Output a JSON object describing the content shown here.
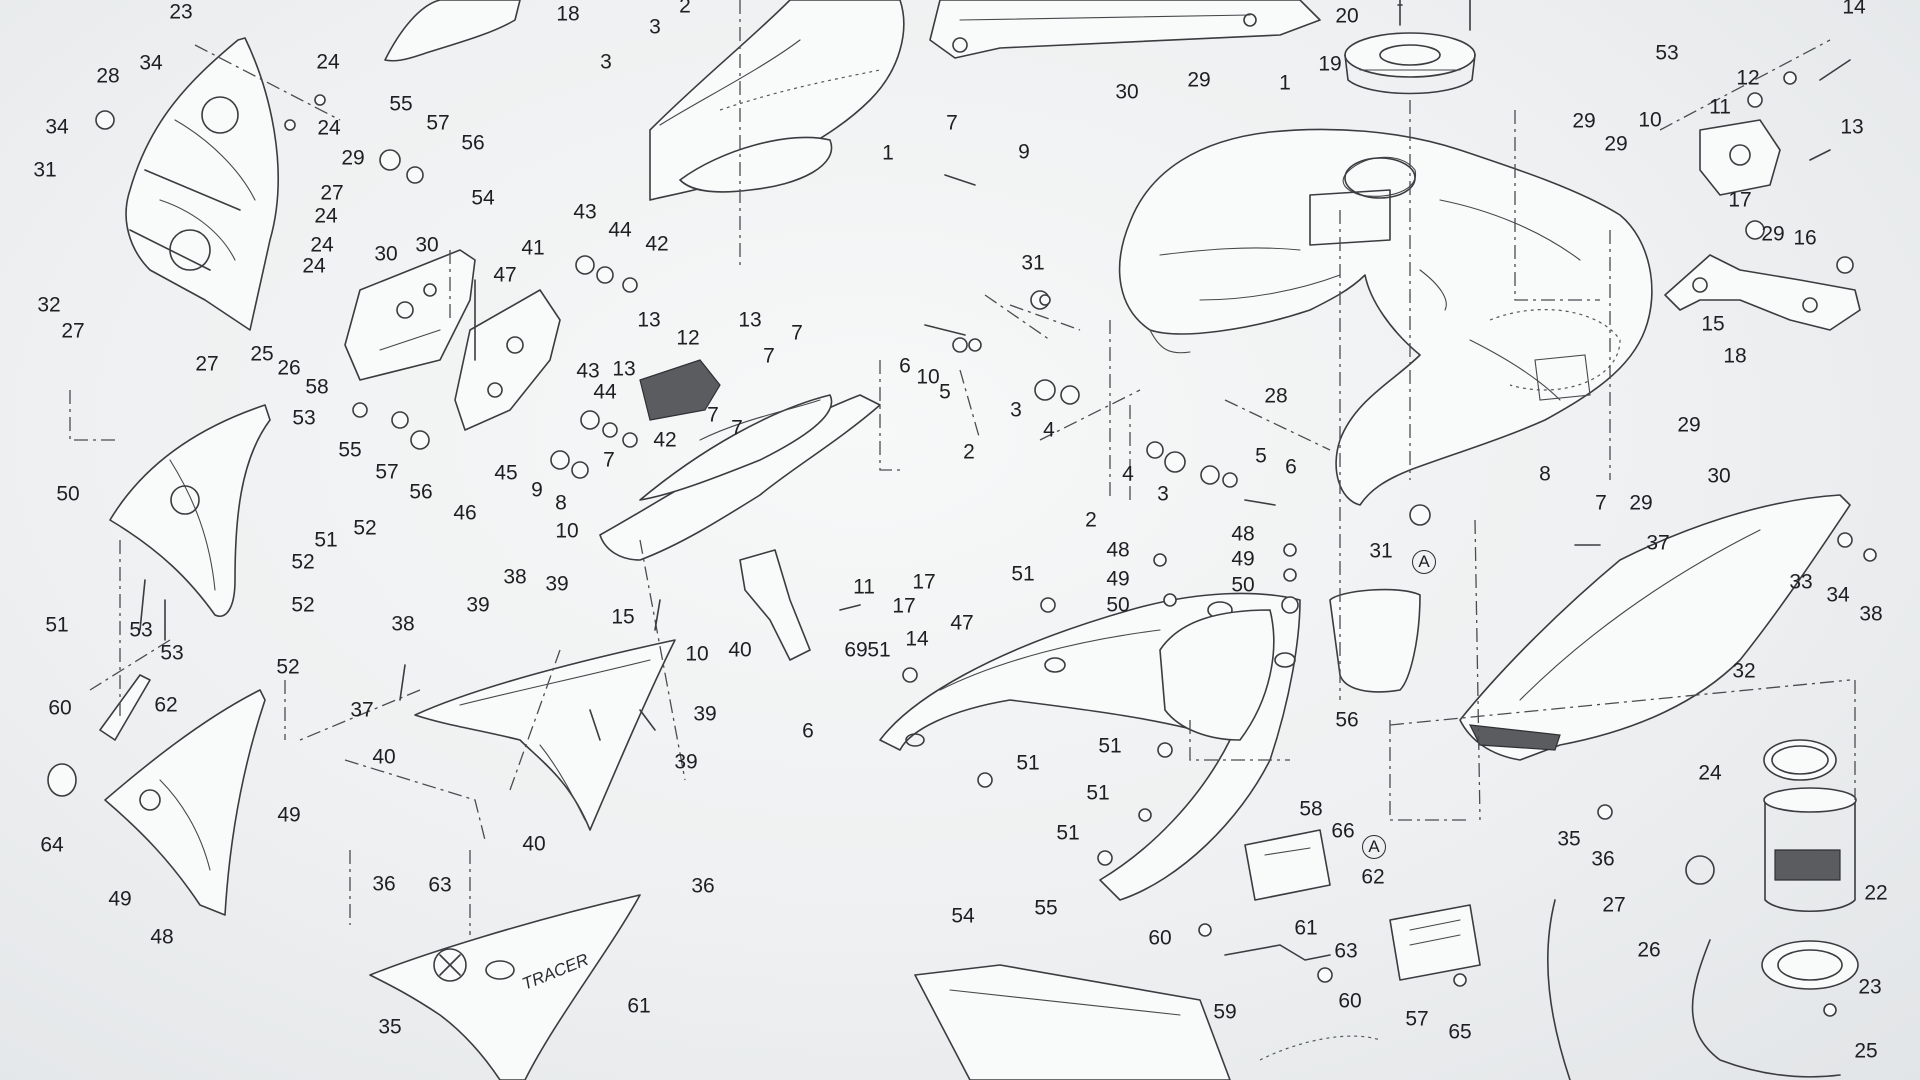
{
  "labels": {
    "p1a": "1",
    "p1b": "1",
    "p2a": "2",
    "p2b": "2",
    "p2c": "2",
    "p3a": "3",
    "p3b": "3",
    "p3c": "3",
    "p3d": "3",
    "p4a": "4",
    "p4b": "4",
    "p5a": "5",
    "p5b": "5",
    "p6a": "6",
    "p6b": "6",
    "p6c": "6",
    "p7a": "7",
    "p7b": "7",
    "p7c": "7",
    "p7d": "7",
    "p7e": "7",
    "p7f": "7",
    "p7g": "7",
    "p8a": "8",
    "p8b": "8",
    "p9a": "9",
    "p9b": "9",
    "p10a": "10",
    "p10b": "10",
    "p10c": "10",
    "p10d": "10",
    "p11a": "11",
    "p11b": "11",
    "p12a": "12",
    "p12b": "12",
    "p13a": "13",
    "p13b": "13",
    "p13c": "13",
    "p13d": "13",
    "p14a": "14",
    "p14b": "14",
    "p15a": "15",
    "p15b": "15",
    "p16": "16",
    "p17a": "17",
    "p17b": "17",
    "p17c": "17",
    "p18a": "18",
    "p18b": "18",
    "p19": "19",
    "p20": "20",
    "p22": "22",
    "p23a": "23",
    "p23b": "23",
    "p24a": "24",
    "p24b": "24",
    "p24c": "24",
    "p24d": "24",
    "p24e": "24",
    "p24f": "24",
    "p25a": "25",
    "p25b": "25",
    "p26a": "26",
    "p26b": "26",
    "p27a": "27",
    "p27b": "27",
    "p27c": "27",
    "p27d": "27",
    "p28a": "28",
    "p28b": "28",
    "p29a": "29",
    "p29b": "29",
    "p29c": "29",
    "p29d": "29",
    "p29e": "29",
    "p29f": "29",
    "p29g": "29",
    "p30a": "30",
    "p30b": "30",
    "p30c": "30",
    "p30d": "30",
    "p31a": "31",
    "p31b": "31",
    "p31c": "31",
    "p32a": "32",
    "p32b": "32",
    "p33": "33",
    "p34a": "34",
    "p34b": "34",
    "p34c": "34",
    "p35a": "35",
    "p35b": "35",
    "p36a": "36",
    "p36b": "36",
    "p36c": "36",
    "p37a": "37",
    "p37b": "37",
    "p38a": "38",
    "p38b": "38",
    "p38c": "38",
    "p39a": "39",
    "p39b": "39",
    "p39c": "39",
    "p39d": "39",
    "p40a": "40",
    "p40b": "40",
    "p40c": "40",
    "p41": "41",
    "p42a": "42",
    "p42b": "42",
    "p43a": "43",
    "p43b": "43",
    "p44a": "44",
    "p44b": "44",
    "p45": "45",
    "p46": "46",
    "p47a": "47",
    "p47b": "47",
    "p48a": "48",
    "p48b": "48",
    "p49a": "49",
    "p49b": "49",
    "p49c": "49",
    "p50a": "50",
    "p50b": "50",
    "p50c": "50",
    "p51a": "51",
    "p51b": "51",
    "p51c": "51",
    "p51d": "51",
    "p51e": "51",
    "p51f": "51",
    "p51g": "51",
    "p51h": "51",
    "p52a": "52",
    "p52b": "52",
    "p52c": "52",
    "p52d": "52",
    "p53a": "53",
    "p53b": "53",
    "p53c": "53",
    "p53d": "53",
    "p54a": "54",
    "p54b": "54",
    "p55a": "55",
    "p55b": "55",
    "p55c": "55",
    "p56a": "56",
    "p56b": "56",
    "p56c": "56",
    "p57a": "57",
    "p57b": "57",
    "p57c": "57",
    "p58a": "58",
    "p58b": "58",
    "p59": "59",
    "p60a": "60",
    "p60b": "60",
    "p60c": "60",
    "p61a": "61",
    "p61b": "61",
    "p62a": "62",
    "p62b": "62",
    "p63a": "63",
    "p63b": "63",
    "p64": "64",
    "p65": "65",
    "p66": "66",
    "p69": "69"
  },
  "markers": {
    "ref_a1": "A",
    "ref_a2": "A"
  },
  "emblem": "TRACER"
}
